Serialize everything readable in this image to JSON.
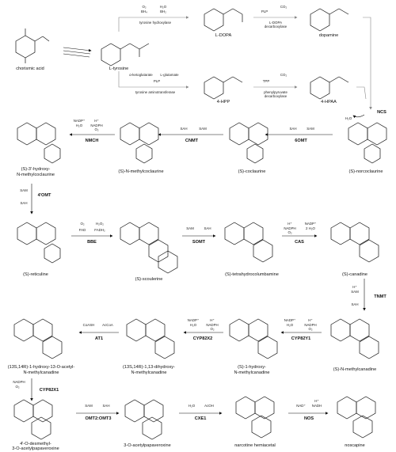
{
  "compounds": {
    "chorismic_acid": "chorismic acid",
    "l_tyrosine": "L-tyrosine",
    "l_dopa": "L-DOPA",
    "dopamine": "dopamine",
    "hpp": "4-HPP",
    "hpaa": "4-HPAA",
    "norcoclaurine": "(S)-norcoclaurine",
    "coclaurine": "(S)-coclaurine",
    "n_methylcoclaurine": "(S)-N-methylcoclaurine",
    "hydroxy_n_methylcoclaurine_1": "(S)-3'-hydroxy-",
    "hydroxy_n_methylcoclaurine_2": "N-methylcoclaurine",
    "reticuline": "(S)-reticuline",
    "scoulerine": "(S)-scoulerine",
    "tetrahydrocolumbamine": "(S)-tetrahydrocolumbamine",
    "canadine": "(S)-canadine",
    "n_methylcanadine": "(S)-N-methylcanadine",
    "hydroxy_n_methylcanadine_1": "(S)-1-hydroxy-",
    "hydroxy_n_methylcanadine_2": "N-methylcanadine",
    "dihydroxy_1": "(13S,14R)-1,13-dihydroxy-",
    "dihydroxy_2": "N-methylcanadine",
    "acetyl_1": "(13S,14R)-1-hydroxy-13-O-acetyl-",
    "acetyl_2": "N-methylcanadine",
    "desmethyl_1": "4'-O-desmethyl-",
    "desmethyl_2": "3-O-acetylpapaveroxine",
    "acetylpapaveroxine": "3-O-acetylpapaveroxine",
    "hemiacetal": "narcotine hemiacetal",
    "noscapine": "noscapine"
  },
  "enzymes": {
    "tyrosine_hydroxylase": "tyrosine hydroxylase",
    "dopa_decarboxylase_1": "L-DOPA",
    "dopa_decarboxylase_2": "decarboxylase",
    "tyrosine_aminotransferase": "tyrosine aminotransferase",
    "phenylpyruvate_decarboxylase_1": "phenylpyruvate",
    "phenylpyruvate_decarboxylase_2": "decarboxylase",
    "ncs": "NCS",
    "sixomt": "6OMT",
    "cnmt": "CNMT",
    "nmch": "NMCH",
    "fouromt": "4'OMT",
    "bbe": "BBE",
    "somt": "SOMT",
    "cas": "CAS",
    "tnmt": "TNMT",
    "cyp82y1": "CYP82Y1",
    "cyp82x2": "CYP82X2",
    "at1": "AT1",
    "cyp82x1": "CYP82X1",
    "omt2omt3": "OMT2:OMT3",
    "cxe1": "CXE1",
    "nos": "NOS"
  },
  "cofactors": {
    "o2": "O₂",
    "h2o": "H₂O",
    "bh4": "BH₄",
    "bh2": "BH₂",
    "plp": "PLP",
    "co2": "CO₂",
    "alpha_kg": "α-ketoglutarate",
    "l_glutamate": "L-glutamate",
    "tpp": "TPP",
    "sah": "SAH",
    "sam": "SAM",
    "nadph": "NADPH",
    "nadp": "NADP⁺",
    "h_plus": "H⁺",
    "fad": "FAD",
    "fadh2": "FADH₂",
    "h2o2": "H₂O₂",
    "two_h2o": "2 H₂O",
    "coash": "CoASH",
    "accoa": "AcCoA",
    "acoh": "AcOH",
    "nad": "NAD⁺",
    "nadh": "NADH"
  }
}
